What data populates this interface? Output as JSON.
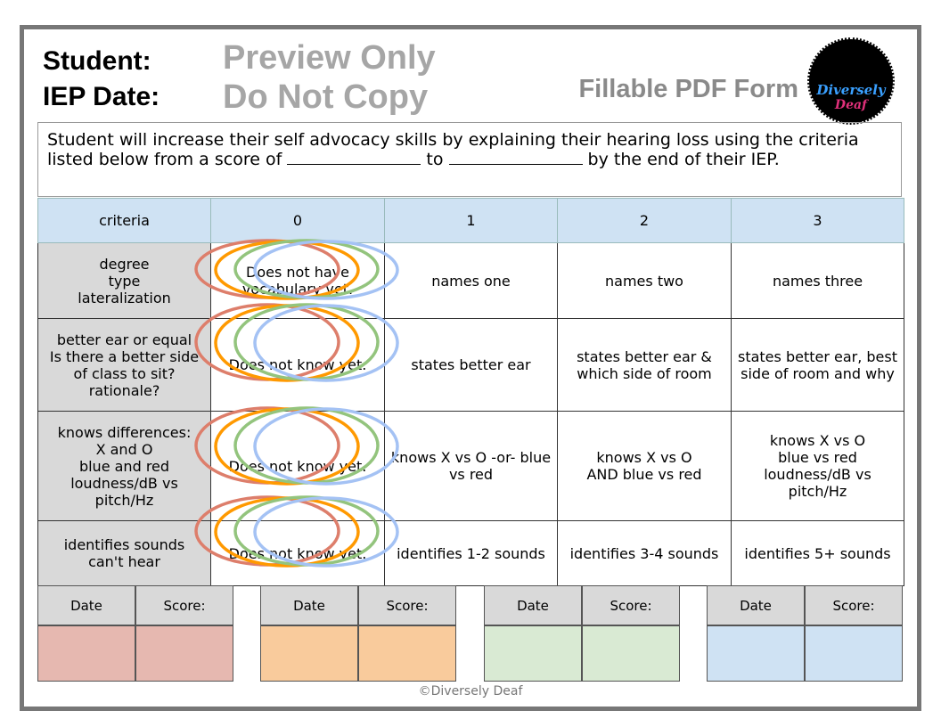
{
  "header": {
    "student_label": "Student:",
    "iep_label": "IEP Date:",
    "fillable": "Fillable PDF Form",
    "logo_line1": "Diversely",
    "logo_line2": "Deaf"
  },
  "goal": {
    "part1": "Student will increase their self advocacy skills by explaining their hearing loss using the criteria listed below from a score of",
    "part2": "to",
    "part3": "by the end of their IEP."
  },
  "table": {
    "headers": [
      "criteria",
      "0",
      "1",
      "2",
      "3"
    ],
    "rows": [
      [
        "degree\ntype\nlateralization",
        "Does not have vocabulary yet.",
        "names one",
        "names two",
        "names three"
      ],
      [
        "better ear or equal\nIs there a better side of class to sit?\nrationale?",
        "Does not know yet.",
        "states better ear",
        "states better ear & which side of room",
        "states better ear, best side of room and why"
      ],
      [
        "knows differences:\nX and O\nblue and red\nloudness/dB vs\npitch/Hz",
        "Does not know yet.",
        "knows X vs O -or- blue vs red",
        "knows X vs O\nAND blue vs red",
        "knows X vs O\nblue vs red\nloudness/dB vs\npitch/Hz"
      ],
      [
        "identifies sounds\ncan't hear",
        "Does not know yet.",
        "identifies 1-2 sounds",
        "identifies 3-4 sounds",
        "identifies 5+ sounds"
      ]
    ]
  },
  "score_boxes": [
    {
      "date_label": "Date",
      "score_label": "Score:",
      "color": "#e6b8b0"
    },
    {
      "date_label": "Date",
      "score_label": "Score:",
      "color": "#f9cb9c"
    },
    {
      "date_label": "Date",
      "score_label": "Score:",
      "color": "#d9ead3"
    },
    {
      "date_label": "Date",
      "score_label": "Score:",
      "color": "#cfe2f3"
    }
  ],
  "circle_colors": [
    "#dd7e6b",
    "#ff9900",
    "#93c47d",
    "#a4c2f4"
  ],
  "copyright": "©Diversely Deaf",
  "watermark": {
    "line1": "Preview Only",
    "line2": "Do Not Copy"
  }
}
